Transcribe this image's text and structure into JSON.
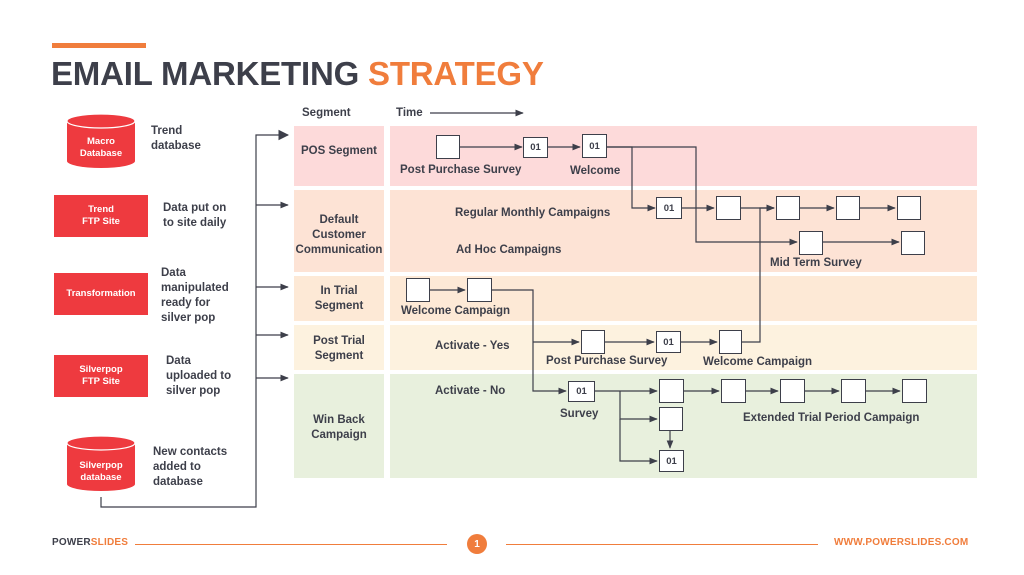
{
  "title": {
    "part1": "EMAIL MARKETING",
    "part2": "STRATEGY"
  },
  "sources": [
    {
      "shape": "Macro\nDatabase",
      "label": "Trend\ndatabase"
    },
    {
      "shape": "Trend\nFTP Site",
      "label": "Data put on\nto site daily"
    },
    {
      "shape": "Transformation",
      "label": "Data\nmanipulated\nready for\nsilver pop"
    },
    {
      "shape": "Silverpop\nFTP Site",
      "label": "Data\nuploaded to\nsilver pop"
    },
    {
      "shape": "Silverpop\ndatabase",
      "label": "New contacts\nadded to\ndatabase"
    }
  ],
  "headers": {
    "segment": "Segment",
    "time": "Time"
  },
  "segments": [
    {
      "label": "POS Segment",
      "color": "#fddada"
    },
    {
      "label": "Default\nCustomer\nCommunication",
      "color": "#fde3d5"
    },
    {
      "label": "In Trial\nSegment",
      "color": "#fde9d6"
    },
    {
      "label": "Post Trial\nSegment",
      "color": "#fdf2df"
    },
    {
      "label": "Win Back\nCampaign",
      "color": "#e8f0dd"
    }
  ],
  "node_text": "01",
  "flow_labels": {
    "post_purchase_survey_1": "Post Purchase Survey",
    "welcome": "Welcome",
    "regular_monthly": "Regular Monthly Campaigns",
    "ad_hoc": "Ad Hoc Campaigns",
    "mid_term_survey": "Mid Term Survey",
    "welcome_campaign_1": "Welcome Campaign",
    "activate_yes": "Activate - Yes",
    "post_purchase_survey_2": "Post Purchase Survey",
    "welcome_campaign_2": "Welcome Campaign",
    "activate_no": "Activate - No",
    "survey": "Survey",
    "extended_trial": "Extended Trial Period Campaign"
  },
  "footer": {
    "brand1": "POWER",
    "brand2": "SLIDES",
    "page": "1",
    "url": "WWW.POWERSLIDES.COM"
  },
  "colors": {
    "accent": "#f07d3c",
    "red": "#ee3a3f",
    "text": "#3d3f4a"
  }
}
